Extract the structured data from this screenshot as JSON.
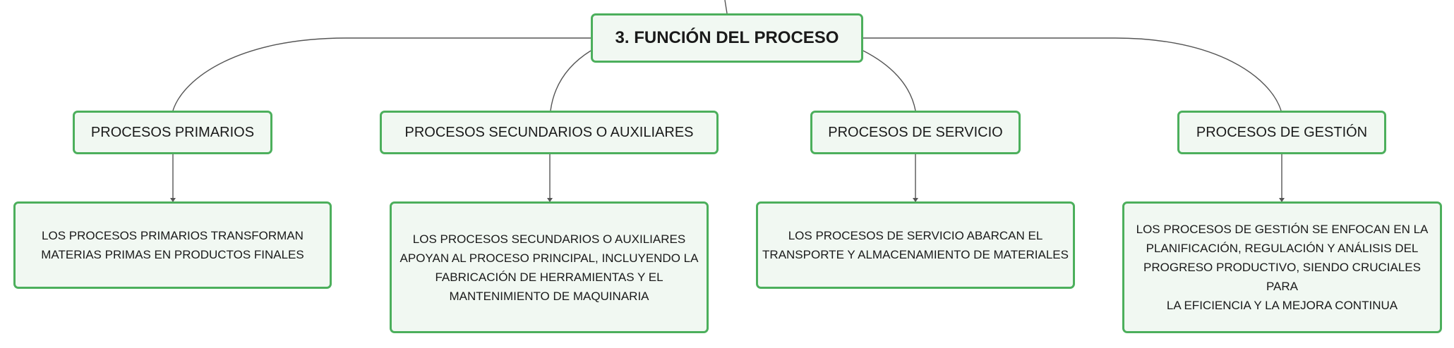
{
  "root": {
    "label": "3. FUNCIÓN DEL PROCESO"
  },
  "branches": [
    {
      "label": "PROCESOS PRIMARIOS",
      "detail": [
        "LOS PROCESOS PRIMARIOS TRANSFORMAN",
        "MATERIAS PRIMAS EN PRODUCTOS FINALES"
      ]
    },
    {
      "label": "PROCESOS SECUNDARIOS O AUXILIARES",
      "detail": [
        "LOS PROCESOS SECUNDARIOS O AUXILIARES",
        "APOYAN AL PROCESO PRINCIPAL, INCLUYENDO LA",
        "FABRICACIÓN DE HERRAMIENTAS Y EL",
        "MANTENIMIENTO DE MAQUINARIA"
      ]
    },
    {
      "label": "PROCESOS DE SERVICIO",
      "detail": [
        "LOS PROCESOS DE SERVICIO ABARCAN EL",
        "TRANSPORTE Y ALMACENAMIENTO DE MATERIALES"
      ]
    },
    {
      "label": "PROCESOS DE GESTIÓN",
      "detail": [
        "LOS PROCESOS DE GESTIÓN SE ENFOCAN EN LA",
        "PLANIFICACIÓN, REGULACIÓN Y ANÁLISIS DEL",
        "PROGRESO PRODUCTIVO, SIENDO CRUCIALES PARA",
        "LA EFICIENCIA Y LA MEJORA CONTINUA"
      ]
    }
  ],
  "colors": {
    "node_border": "#4caf5c",
    "node_fill": "#f1f8f2",
    "connector": "#555555"
  }
}
